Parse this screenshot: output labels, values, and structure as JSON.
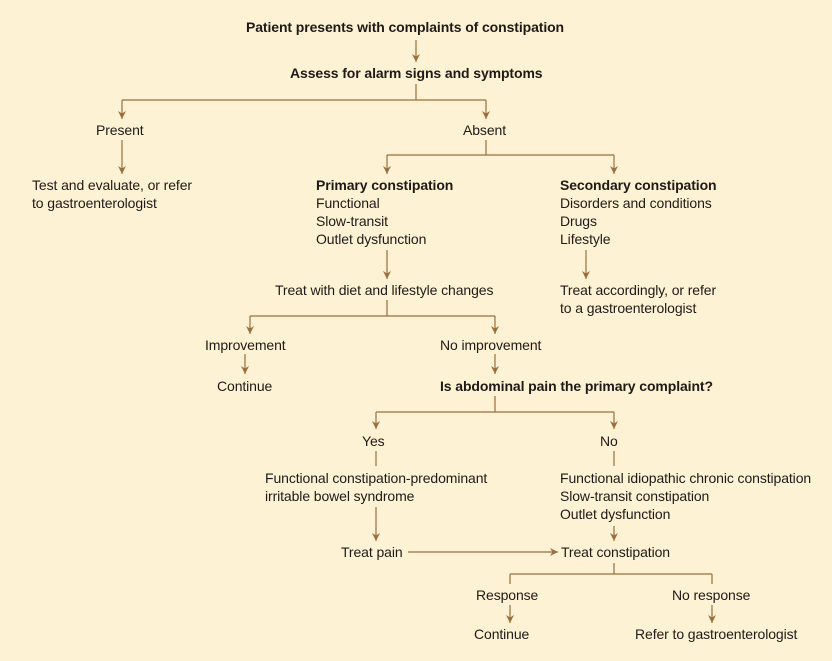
{
  "colors": {
    "background": "#fdf2d3",
    "connector": "#9a6f3d",
    "text": "#1f1a17"
  },
  "flow": {
    "start": "Patient presents with complaints of constipation",
    "assess": "Assess for alarm signs and symptoms",
    "present": "Present",
    "absent": "Absent",
    "test_refer": [
      "Test and evaluate, or refer",
      "to gastroenterologist"
    ],
    "primary": {
      "title": "Primary constipation",
      "items": [
        "Functional",
        "Slow-transit",
        "Outlet dysfunction"
      ]
    },
    "secondary": {
      "title": "Secondary constipation",
      "items": [
        "Disorders and conditions",
        "Drugs",
        "Lifestyle"
      ]
    },
    "treat_diet": "Treat with diet and lifestyle changes",
    "treat_accordingly": [
      "Treat accordingly, or refer",
      "to a gastroenterologist"
    ],
    "improvement": "Improvement",
    "no_improvement": "No improvement",
    "continue_1": "Continue",
    "pain_question": "Is abdominal pain the primary complaint?",
    "yes": "Yes",
    "no": "No",
    "ibs": [
      "Functional constipation-predominant",
      "irritable bowel syndrome"
    ],
    "idiopathic": [
      "Functional idiopathic chronic constipation",
      "Slow-transit constipation",
      "Outlet dysfunction"
    ],
    "treat_pain": "Treat pain",
    "treat_constipation": "Treat constipation",
    "response": "Response",
    "no_response": "No response",
    "continue_2": "Continue",
    "refer_gi": "Refer to gastroenterologist"
  }
}
